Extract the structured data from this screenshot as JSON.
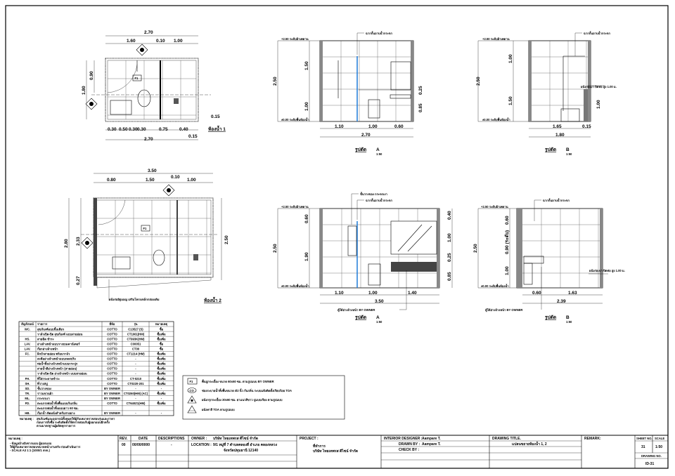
{
  "plan1": {
    "dims_top": [
      "2.70",
      "1.60",
      "0.10",
      "1.00"
    ],
    "dims_bottom": [
      "0.30",
      "0.50",
      "0.30",
      "0.30",
      "0.75",
      "0.40",
      "0.15",
      "2.70"
    ],
    "dims_left": [
      "1.80",
      "0.90"
    ],
    "dim_right": "0.15",
    "floor_tag": "F1",
    "title": "ห้องน้ำ 1"
  },
  "plan2": {
    "dims_top": [
      "3.50",
      "0.80",
      "1.50",
      "0.10",
      "1.00"
    ],
    "dims_left": [
      "2.80",
      "2.33",
      "0.27"
    ],
    "dim_right": "2.50",
    "floor_tag": "F1",
    "note": "ผนังก่ออิฐมอญ เสริมโครงเหล็กกล่องเดิม",
    "title": "ห้องน้ำ 2"
  },
  "elevA1": {
    "height": "2.50",
    "upper": "1.50",
    "lower": "1.00",
    "right_dims": [
      "0.25",
      "0.85"
    ],
    "bottom": [
      "1.10",
      "1.00",
      "0.60"
    ],
    "total": "2.70",
    "callout": "ฉากกั้นอาบน้ำกระจก",
    "level_top": "+2.50 ระดับฝ้าเพดาน",
    "level_bottom": "±0.00 ระดับพื้นห้องน้ำ",
    "title": "รูปตัด",
    "mark": "A",
    "scale": "1:50"
  },
  "elevB1": {
    "height": "2.50",
    "upper": "1.00",
    "lower": "1.50",
    "right_dim": "1.00",
    "bottom": [
      "1.65",
      "0.15"
    ],
    "total": "1.80",
    "callout": "ฉากกั้นอาบน้ำกระจก",
    "callout2": "ผนังก่อเบา ปิดท่อ สูง 1.00 ม.",
    "level_top": "+2.50 ระดับฝ้าเพดาน",
    "level_bottom": "±0.00 ระดับพื้นห้องน้ำ",
    "title": "รูปตัด",
    "mark": "B",
    "scale": "1:50"
  },
  "elevA2": {
    "height": "2.50",
    "upper": "0.60",
    "lower": "1.90",
    "right_dims": [
      "0.40",
      "1.00",
      "0.25",
      "0.85"
    ],
    "bottom": [
      "1.10",
      "1.00",
      "1.40"
    ],
    "total": "3.50",
    "callout": "ชั้นวางของ กระจกเงา",
    "callout2": "ฉากกั้นอาบน้ำกระจก",
    "callout3": "ตู้ใต้อ่างล้างหน้า BY OWNER",
    "level_top": "+2.50 ระดับฝ้าเพดาน",
    "level_bottom": "±0.00 ระดับพื้นห้องน้ำ",
    "title": "รูปตัด",
    "mark": "A",
    "scale": "1:50"
  },
  "elevB2": {
    "height": "2.50",
    "dims_left": [
      "0.60",
      "0.90 (ระดับ)",
      "1.00"
    ],
    "bottom": [
      "0.60",
      "1.63"
    ],
    "total": "2.39",
    "callout": "ฉากกั้นอาบน้ำกระจก",
    "callout2": "ผนังก่อเบา ปิดท่อ สูง 1.00 ม.",
    "callout3": "ตู้ใต้อ่างล้างหน้า BY OWNER",
    "level_top": "+2.50 ระดับฝ้าเพดาน",
    "level_bottom": "±0.00 ระดับพื้นห้องน้ำ",
    "title": "รูปตัด",
    "mark": "B",
    "scale": "1:50"
  },
  "schedule": {
    "headers": [
      "สัญลักษณ์",
      "รายการ",
      "ยี่ห้อ",
      "รุ่น",
      "หมายเหตุ"
    ],
    "rows": [
      [
        "WC.",
        "สุขภัณฑ์แบบชิ้นเดียว",
        "COTTO",
        "C13527 (S)",
        "ซื้อ"
      ],
      [
        "",
        "วาล์วเปิด-ปิด สุขภัณฑ์ แบบสายอ่อน",
        "COTTO",
        "CT1061(HM)",
        "ซื้อเพิ่ม"
      ],
      [
        "HS.",
        "สายฉีด ชำระ",
        "COTTO",
        "CT993K(HM)",
        "ซื้อเพิ่ม"
      ],
      [
        "LAV.",
        "อ่างล้างหน้าแบบวางบนเคาน์เตอร์",
        "COTTO",
        "C00051",
        "ซื้อ"
      ],
      [
        "LAV.",
        "ก๊อกอ่างล้างหน้า",
        "COTTO",
        "CT00",
        "ซื้อ"
      ],
      [
        "FC.",
        "ฝักบัวสายอ่อน พร้อมวาล์ว",
        "COTTO",
        "CT1214 (HM)",
        "ซื้อเพิ่ม"
      ],
      [
        "",
        "สะดืออ่างล้างหน้าแบบกดสปริง",
        "COTTO",
        "-",
        "ซื้อเพิ่ม"
      ],
      [
        "",
        "ท่อน้ำทิ้งอ่างล้างหน้าแบบกระปุก",
        "COTTO",
        "-",
        "ซื้อเพิ่ม"
      ],
      [
        "",
        "สายน้ำดีอ่างล้างหน้า (สายอ่อน)",
        "COTTO",
        "-",
        "ซื้อเพิ่ม"
      ],
      [
        "",
        "วาล์วเปิด-ปิด อ่างล้างหน้า แบบสายอ่อน",
        "COTTO",
        "-",
        "ซื้อเพิ่ม"
      ],
      [
        "FH.",
        "ที่ใส่กระดาษชำระ",
        "COTTO",
        "CT-0210",
        "ซื้อเพิ่ม"
      ],
      [
        "SH.",
        "ที่วางสบู่",
        "COTTO",
        "CT0220-201",
        "ซื้อเพิ่ม"
      ],
      [
        "SD.",
        "ชั้นวางของ",
        "BY OWNER",
        "-",
        "-"
      ],
      [
        "TR.",
        "ราวแขวนผ้า",
        "BY OWNER",
        "CT0260(HM) (AC)",
        "ซื้อเพิ่ม"
      ],
      [
        "ML.",
        "กระจกเงา",
        "BY OWNER",
        "-",
        "-"
      ],
      [
        "FD.",
        "ตะแกรงท่อน้ำทิ้งพื้นแบบกันกลิ่น",
        "COTTO",
        "CT640Z1(HM)",
        "ซื้อเพิ่ม"
      ],
      [
        "",
        "ตะแกรงท่อน้ำทิ้งแบบยาว 60 ซม.",
        "",
        "",
        ""
      ],
      [
        "HB.",
        "ก๊อกน้ำ ติดผนังสำหรับสายยาง",
        "BY OWNER",
        "-",
        "-"
      ]
    ],
    "note_label": "หมายเหตุ :",
    "notes": [
      "สุขภัณฑ์และอุปกรณ์ทั้งหมดให้ผู้รับเหมาตรวจสอบรุ่นและราคา",
      "ก่อนการสั่งซื้อ ระดับติดตั้งให้ตรวจสอบกับผู้ออกแบบอีกครั้ง",
      "ตามมาตรฐานผู้ผลิตทุกรายการ"
    ]
  },
  "legend": [
    {
      "icon": "floor-tag-icon",
      "tag": "F1",
      "text": "พื้นปูกระเบื้อง ขนาด 60x60 ซม. ตามรูปแบบ BY OWNER"
    },
    {
      "icon": "cleanout-icon",
      "tag": "CO",
      "text": "ช่องระบายน้ำทิ้งพื้นขนาด Ø2 นิ้ว กันกลิ่น ระบบแห้งติดตั้งเรียบร้อย TOA"
    },
    {
      "icon": "wall-tile-triangle-icon",
      "tag": "",
      "text": "ผนังกรุกระเบื้อง 30x60 ซม. ยาแนวสีขาว ปูแบบเรียง ตามรูปแบบ"
    },
    {
      "icon": "wall-paint-triangle-icon",
      "tag": "",
      "text": "ผนังทาสี TOA ตามรูปแบบ"
    }
  ],
  "title_block": {
    "notes_label": "หมายเหตุ :",
    "notes": [
      "- ข้อมูลอ้างอิงจากแบบ ผู้ออกแบบ",
      "  ให้ผู้รับเหมาตรวจสอบขนาดหน้างานจริง ก่อนดำเนินการ",
      "- SCALE A3 1:1 (1000/1 mm.)"
    ],
    "rev_label": "REV.",
    "date_label": "DATE",
    "desc_label": "DESCRIPTIONS",
    "rev": "00",
    "date": "00/00/0000",
    "desc": "-",
    "owner_label": "OWNER :",
    "owner": "บริษัท ไทยเทพรส ดีไซน์ จำกัด",
    "location_label": "LOCATION :",
    "location_1": "9/1 หมู่ที่ 7 ตำบลคลองสี่ อำเภอ คลองหลวง",
    "location_2": "จังหวัดปทุมธานี 12140",
    "project_label": "PROJECT :",
    "project_1": "ที่ทำการ",
    "project_2": "บริษัท ไทยเทพรส ดีไซน์ จำกัด",
    "designer_label": "INTERIOR DESIGNER :",
    "designer": "Aampare T.",
    "drawn_label": "DRAWN BY :",
    "drawn": "Aampare T.",
    "check_label": "CHECK BY :",
    "check": "",
    "drawing_title_label": "DRAWING TITLE.",
    "drawing_title": "แปลนขยายห้องน้ำ 1, 2",
    "remark_label": "REMARK:",
    "sheet_label": "SHEET NO.",
    "scale_label": "SCALE",
    "sheet": "31",
    "scale": "1:50",
    "drawing_no_label": "DRAWING NO.",
    "drawing_no": "ID-31"
  }
}
